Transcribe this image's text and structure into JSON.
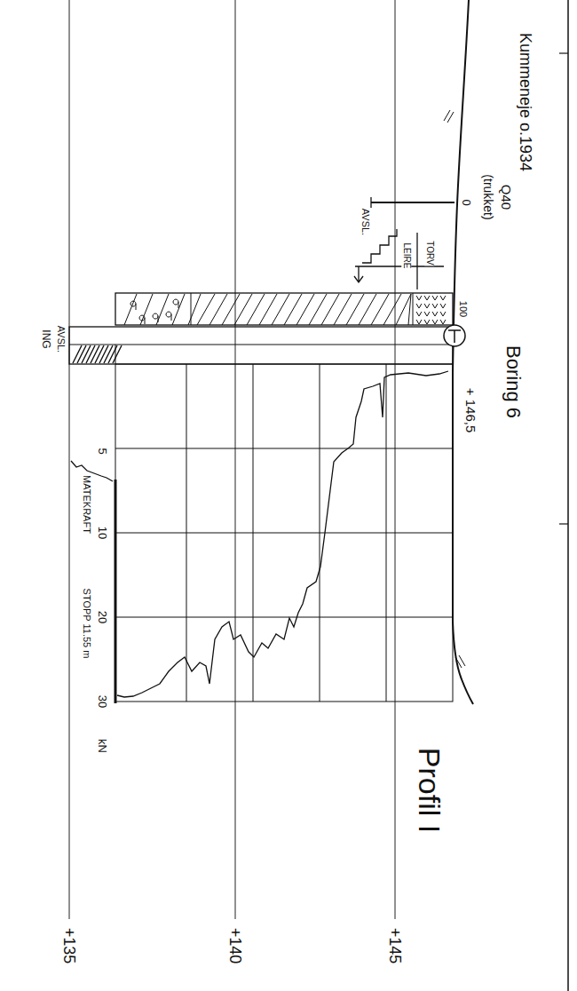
{
  "diagram": {
    "title": "Profil I",
    "labels": [
      "Kummeneje o.1934",
      "Q40",
      "(trukket)",
      "0",
      "AVSL.",
      "TORV",
      "LEIRE",
      "100",
      "Boring 6",
      "+ 146,5",
      "AVSL.",
      "ING",
      "5",
      "MATEKRAFT",
      "10",
      "STOPP 11.55 m",
      "20",
      "30",
      "kN",
      "+145",
      "+140",
      "+135"
    ]
  }
}
